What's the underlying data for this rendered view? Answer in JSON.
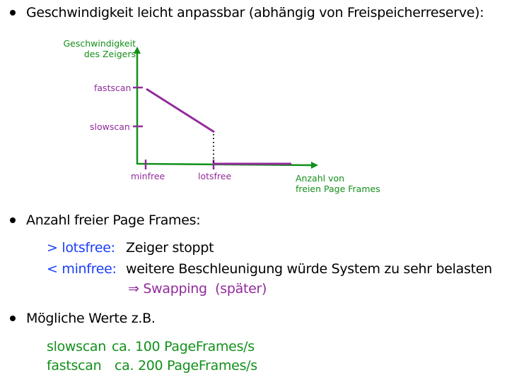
{
  "bullets": [
    {
      "text": "Geschwindigkeit leicht anpassbar (abhängig von Freispeicherreserve):"
    },
    {
      "text": "Anzahl freier Page Frames:"
    },
    {
      "text": "Mögliche Werte z.B."
    }
  ],
  "diagram": {
    "y_axis_label_line1": "Geschwindigkeit",
    "y_axis_label_line2": "des Zeigers",
    "x_axis_label_line1": "Anzahl von",
    "x_axis_label_line2": "freien Page Frames",
    "y_ticks": [
      "fastscan",
      "slowscan"
    ],
    "x_ticks": [
      "minfree",
      "lotsfree"
    ],
    "colors": {
      "axis": "#12901a",
      "curve": "#922b9c",
      "dotted": "#000000"
    }
  },
  "conditions": [
    {
      "key": "> lotsfree:",
      "value": "Zeiger stoppt"
    },
    {
      "key": "< minfree:",
      "value": "weitere Beschleunigung würde System zu sehr belasten"
    }
  ],
  "consequence": "⇒ Swapping  (später)",
  "values": [
    {
      "name": "slowscan",
      "value": "ca. 100 PageFrames/s"
    },
    {
      "name": "fastscan",
      "value": "ca. 200 PageFrames/s"
    }
  ]
}
